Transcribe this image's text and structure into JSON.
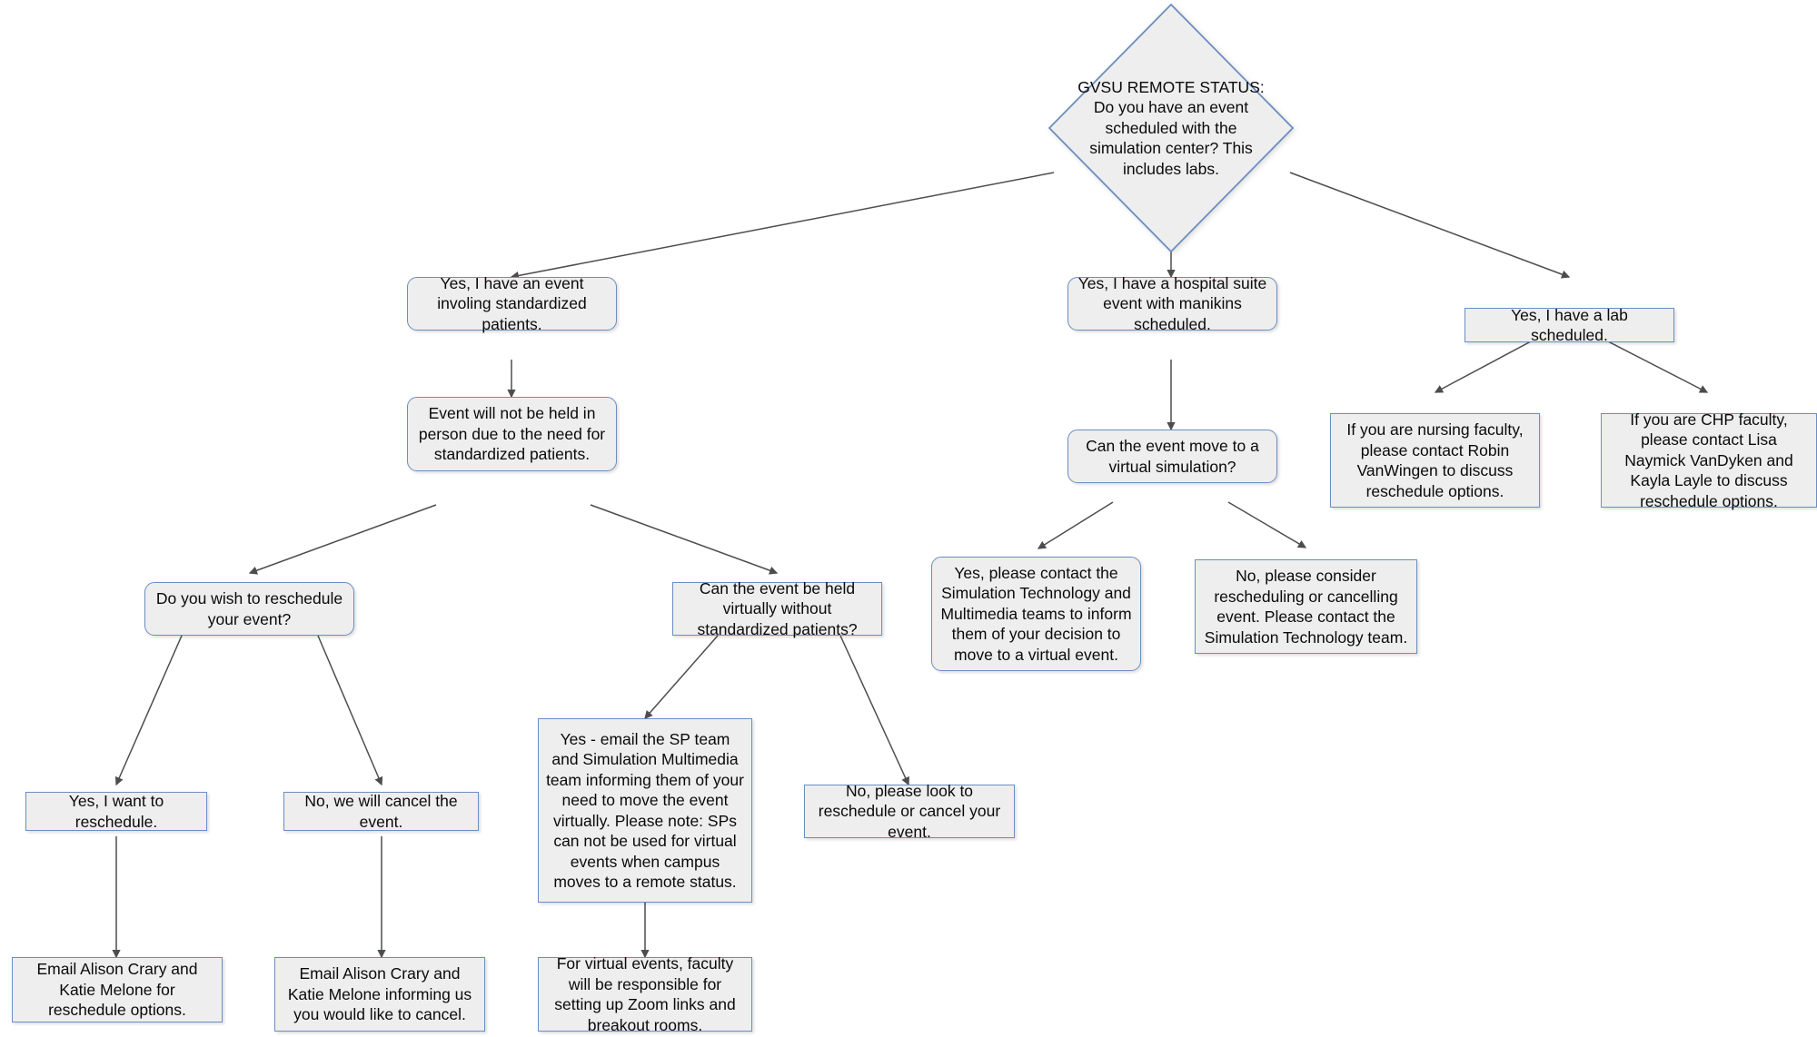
{
  "diagram": {
    "type": "flowchart",
    "title_node": "GVSU REMOTE STATUS: Do you have an event scheduled with the simulation center? This includes labs.",
    "colors": {
      "node_fill": "#eeeeee",
      "node_stroke": "#6c8ebf",
      "edge_stroke": "#4d4d4d",
      "text": "#0a0a0a",
      "background": "#ffffff"
    },
    "nodes": {
      "root": "GVSU REMOTE STATUS: Do you have an event scheduled with the simulation center? This includes labs.",
      "sp_event": "Yes, I have an event involing standardized patients.",
      "hospital_suite": "Yes, I have a hospital suite event with manikins scheduled.",
      "lab_scheduled": "Yes, I have a lab scheduled.",
      "not_in_person": "Event will not be held in person due to the need for standardized patients.",
      "can_move_virtual": "Can the event move to a virtual simulation?",
      "nursing_faculty": "If you are nursing faculty, please contact Robin VanWingen to discuss reschedule options.",
      "chp_faculty": "If you are CHP faculty, please contact Lisa Naymick VanDyken and Kayla Layle to discuss reschedule options.",
      "wish_reschedule": "Do you wish to reschedule your event?",
      "held_virtually": "Can the event be held virtually without standardized patients?",
      "virtual_yes": "Yes, please contact the Simulation Technology and Multimedia teams to inform them of your decision to move to a virtual event.",
      "virtual_no": "No, please consider rescheduling or cancelling event. Please contact the Simulation Technology team.",
      "want_reschedule": "Yes, I want to reschedule.",
      "will_cancel": "No, we will cancel the event.",
      "sp_email_yes": "Yes - email the SP team and Simulation Multimedia team informing them of your need to move the event virtually. Please note: SPs can not be used for virtual events when campus moves to a remote status.",
      "sp_no_reschedule": "No, please look to reschedule or cancel your event.",
      "email_reschedule": "Email Alison Crary and Katie Melone for reschedule options.",
      "email_cancel": "Email Alison Crary and Katie Melone informing us you would like to cancel.",
      "zoom_links": "For virtual events, faculty will be responsible for setting up Zoom links and breakout rooms."
    },
    "edges": [
      {
        "from": "root",
        "to": "sp_event"
      },
      {
        "from": "root",
        "to": "hospital_suite"
      },
      {
        "from": "root",
        "to": "lab_scheduled"
      },
      {
        "from": "sp_event",
        "to": "not_in_person"
      },
      {
        "from": "hospital_suite",
        "to": "can_move_virtual"
      },
      {
        "from": "lab_scheduled",
        "to": "nursing_faculty"
      },
      {
        "from": "lab_scheduled",
        "to": "chp_faculty"
      },
      {
        "from": "not_in_person",
        "to": "wish_reschedule"
      },
      {
        "from": "not_in_person",
        "to": "held_virtually"
      },
      {
        "from": "can_move_virtual",
        "to": "virtual_yes"
      },
      {
        "from": "can_move_virtual",
        "to": "virtual_no"
      },
      {
        "from": "wish_reschedule",
        "to": "want_reschedule"
      },
      {
        "from": "wish_reschedule",
        "to": "will_cancel"
      },
      {
        "from": "held_virtually",
        "to": "sp_email_yes"
      },
      {
        "from": "held_virtually",
        "to": "sp_no_reschedule"
      },
      {
        "from": "want_reschedule",
        "to": "email_reschedule"
      },
      {
        "from": "will_cancel",
        "to": "email_cancel"
      },
      {
        "from": "sp_email_yes",
        "to": "zoom_links"
      }
    ]
  }
}
